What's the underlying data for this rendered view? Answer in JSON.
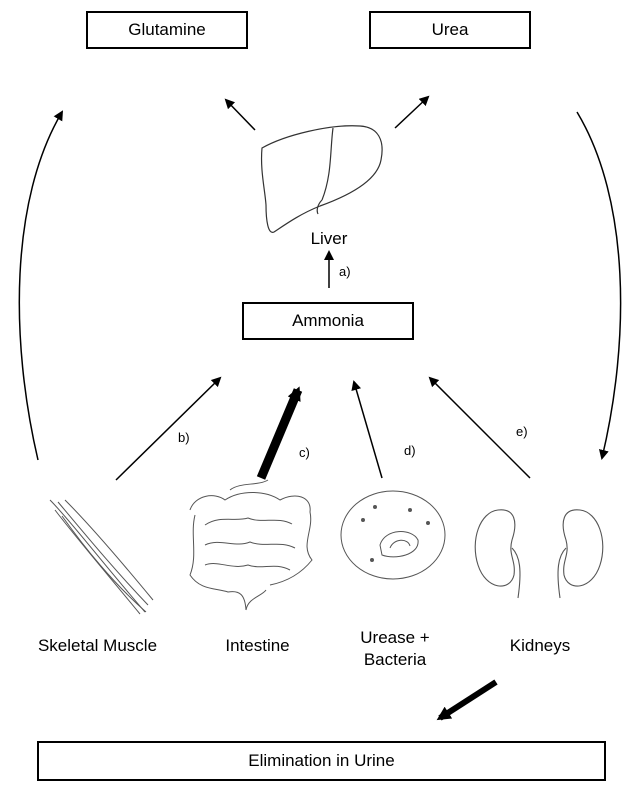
{
  "boxes": {
    "glutamine": "Glutamine",
    "urea": "Urea",
    "ammonia": "Ammonia",
    "elimination": "Elimination in Urine"
  },
  "labels": {
    "liver": "Liver",
    "skeletal_muscle": "Skeletal Muscle",
    "intestine": "Intestine",
    "urease_line1": "Urease +",
    "urease_line2": "Bacteria",
    "kidneys": "Kidneys"
  },
  "arrow_labels": {
    "a": "a)",
    "b": "b)",
    "c": "c)",
    "d": "d)",
    "e": "e)"
  }
}
